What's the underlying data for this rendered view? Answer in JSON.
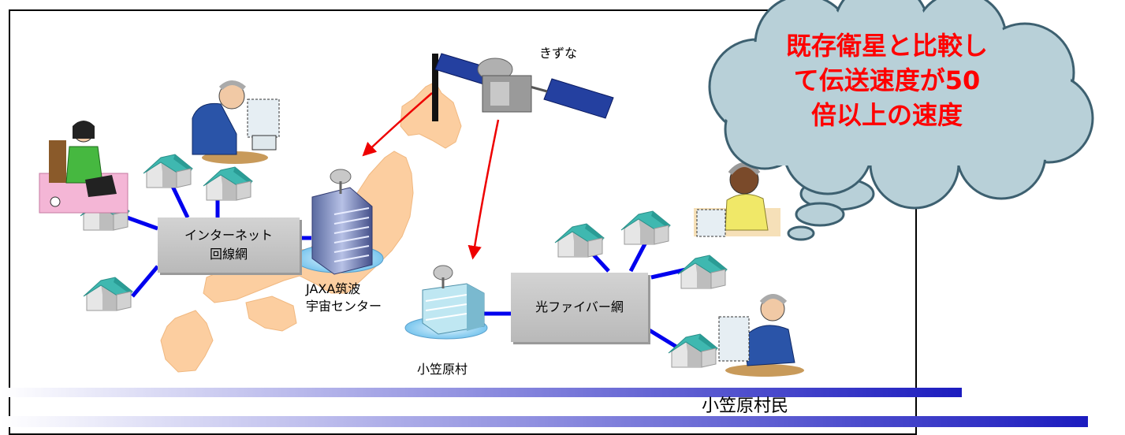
{
  "satellite": {
    "label": "きずな"
  },
  "internet_box": {
    "line1": "インターネット",
    "line2": "回線網"
  },
  "fiber_box": {
    "label": "光ファイバー網"
  },
  "jaxa": {
    "line1": "JAXA筑波",
    "line2": "宇宙センター"
  },
  "village": {
    "label": "小笠原村"
  },
  "residents": {
    "label": "小笠原村民"
  },
  "thought_cloud": {
    "line1": "既存衛星と比較し",
    "line2": "て伝送速度が50",
    "line3": "倍以上の速度"
  },
  "colors": {
    "link_line": "#0000ee",
    "signal_arrow": "#ee0000",
    "cloud_fill": "#b8d0d8",
    "land": "#fccea0",
    "house_roof": "#3fb8b0",
    "cloud_text": "#ff0000",
    "accent_bar": "#2020c0"
  }
}
